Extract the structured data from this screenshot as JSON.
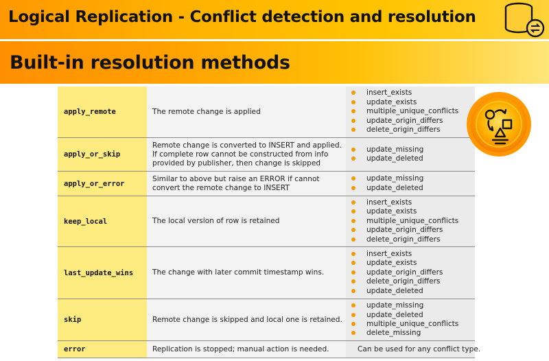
{
  "header": {
    "title": "Logical Replication - Conflict detection and resolution"
  },
  "subheader": {
    "title": "Built-in resolution methods"
  },
  "colors": {
    "accent_orange": "#ff9800",
    "accent_yellow": "#ffd23a",
    "method_cell": "#ffec80",
    "bullet": "#f29a00"
  },
  "icons": {
    "header_icon": "database-sync-icon",
    "side_icon": "shapes-resolution-icon"
  },
  "table": {
    "rows": [
      {
        "method": "apply_remote",
        "description": "The remote change is applied",
        "conflicts": [
          "insert_exists",
          "update_exists",
          "multiple_unique_conflicts",
          "update_origin_differs",
          "delete_origin_differs"
        ]
      },
      {
        "method": "apply_or_skip",
        "description": "Remote change is converted to INSERT and applied.\nIf complete row cannot be constructed from info\nprovided by publisher, then change is skipped",
        "conflicts": [
          "update_missing",
          "update_deleted"
        ]
      },
      {
        "method": "apply_or_error",
        "description": "Similar to above but raise an ERROR if cannot\nconvert the remote change to INSERT",
        "conflicts": [
          "update_missing",
          "update_deleted"
        ]
      },
      {
        "method": "keep_local",
        "description": "The local version of row is retained",
        "conflicts": [
          "insert_exists",
          "update_exists",
          "multiple_unique_conflicts",
          "update_origin_differs",
          "delete_origin_differs"
        ]
      },
      {
        "method": "last_update_wins",
        "description": "The change with later commit timestamp wins.",
        "conflicts": [
          "insert_exists",
          "update_exists",
          "update_origin_differs",
          "delete_origin_differs",
          "update_deleted"
        ]
      },
      {
        "method": "skip",
        "description": "Remote change is skipped and local one is retained.",
        "conflicts": [
          "update_missing",
          "update_deleted",
          "multiple_unique_conflicts",
          "delete_missing"
        ]
      },
      {
        "method": "error",
        "description": "Replication is stopped; manual action is needed.",
        "note": "Can be used for any conflict type."
      }
    ]
  }
}
